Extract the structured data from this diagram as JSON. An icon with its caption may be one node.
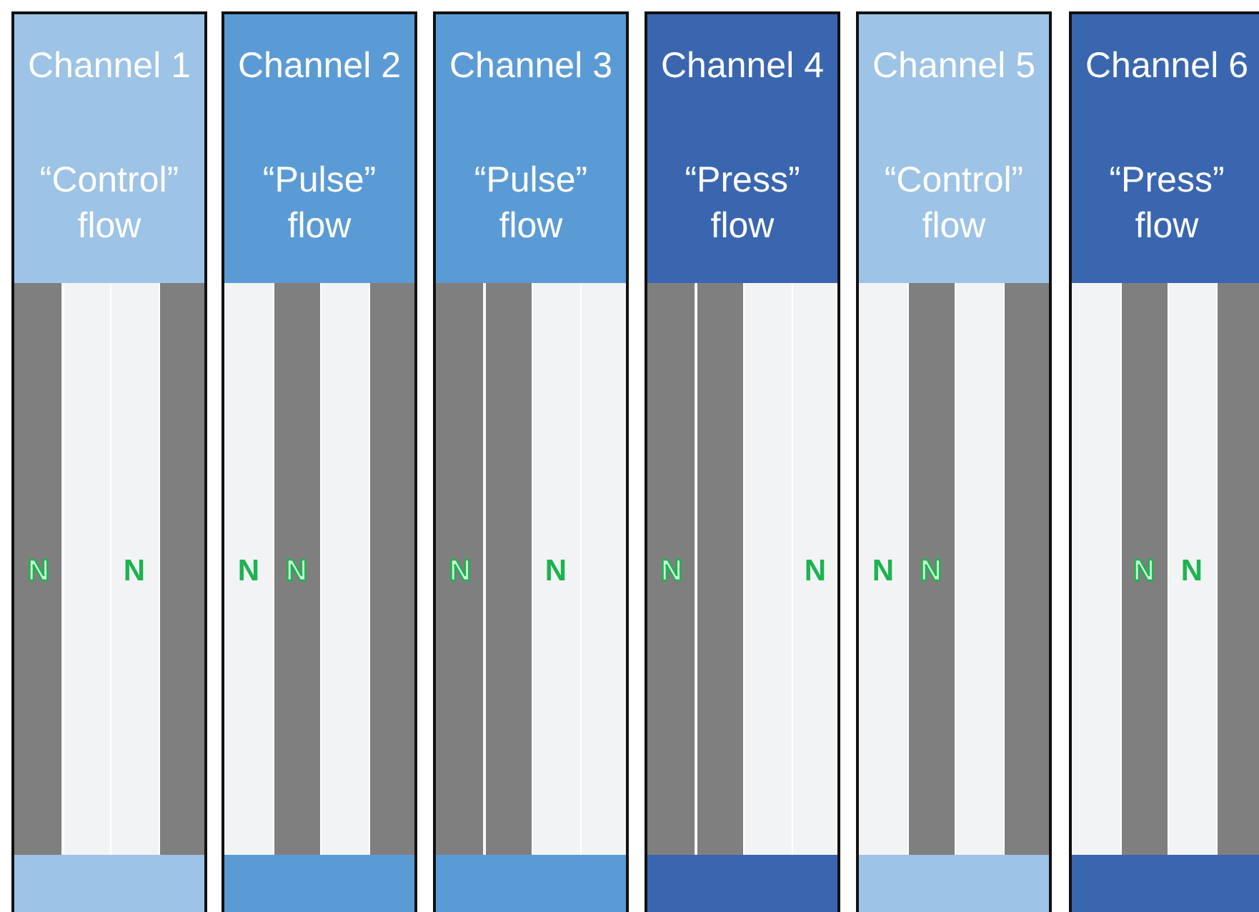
{
  "diagram": {
    "nodes": [
      {
        "text": [
          "Channel 1",
          "“Control” flow"
        ]
      },
      {
        "text": [
          "Channel 2",
          "“Pulse” flow"
        ]
      },
      {
        "text": [
          "Channel 3",
          "“Pulse” flow"
        ]
      },
      {
        "text": [
          "Channel 4",
          "“Press” flow"
        ]
      },
      {
        "text": [
          "Channel 5",
          "“Control” flow"
        ]
      },
      {
        "text": [
          "Channel 6",
          "“Press” flow"
        ]
      }
    ],
    "labels": [
      "N",
      "N",
      "N",
      "N",
      "N",
      "N",
      "N",
      "N",
      "N",
      "N",
      "N",
      "N"
    ]
  }
}
